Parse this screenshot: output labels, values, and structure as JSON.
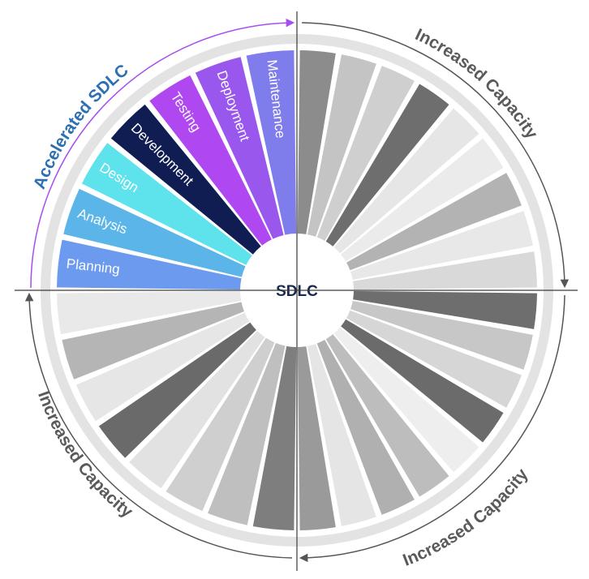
{
  "center_label": "SDLC",
  "phases": [
    {
      "label": "Planning",
      "color": "#6b9aee",
      "dark": false
    },
    {
      "label": "Analysis",
      "color": "#5bb5e8",
      "dark": false
    },
    {
      "label": "Design",
      "color": "#5ee3ec",
      "dark": false
    },
    {
      "label": "Development",
      "color": "#101d52",
      "dark": true
    },
    {
      "label": "Testing",
      "color": "#b048f2",
      "dark": false
    },
    {
      "label": "Deployment",
      "color": "#9a57ed",
      "dark": false
    },
    {
      "label": "Maintenance",
      "color": "#7f7cec",
      "dark": false
    }
  ],
  "gray_segments_right": [
    "#8c8c8c",
    "#c4c4c4",
    "#cfcfcf",
    "#6e6e6e",
    "#e6e6e6",
    "#ebebeb",
    "#b3b3b3",
    "#e8e8e8",
    "#d9d9d9"
  ],
  "gray_segments_bottom_right": [
    "#6e6e6e",
    "#c7c7c7",
    "#d6d6d6",
    "#6b6b6b",
    "#eeeeee",
    "#bdbdbd",
    "#b0b0b0",
    "#e5e5e5",
    "#9a9a9a"
  ],
  "gray_segments_bottom_left": [
    "#7e7e7e",
    "#bfbfbf",
    "#cfcfcf",
    "#e2e2e2",
    "#6a6a6a",
    "#e6e6e6",
    "#b5b5b5",
    "#e9e9e9"
  ],
  "arc_labels": {
    "accelerated": {
      "text": "Accelerated SDLC",
      "color": "#2c6fb3"
    },
    "top_right": {
      "text": "Increased Capacity",
      "color": "#5a5a5a"
    },
    "bottom_right": {
      "text": "Increased Capacity",
      "color": "#5a5a5a"
    },
    "bottom_left": {
      "text": "Increased Capacity",
      "color": "#5a5a5a"
    }
  },
  "colors": {
    "ring": "#e3e3e3",
    "accent_arrow": "#a64ef0",
    "gray_arrow": "#555555",
    "axis": "#3a3a3a"
  }
}
